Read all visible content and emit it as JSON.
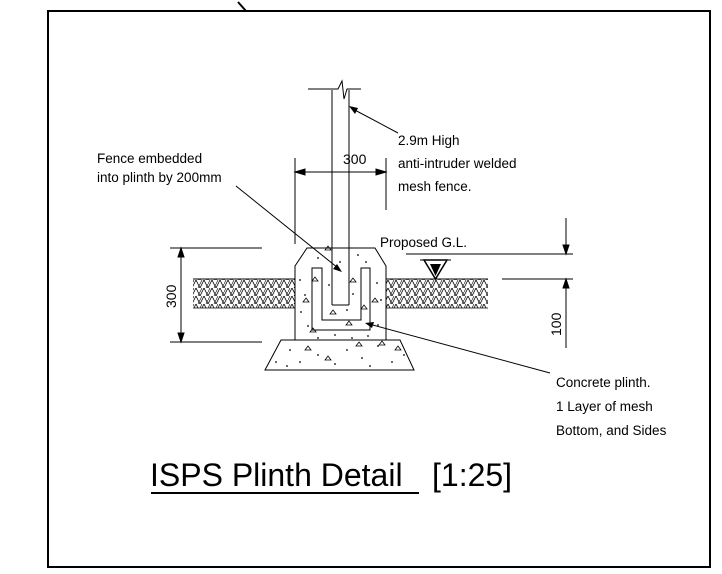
{
  "labels": {
    "fence_note": [
      "Fence embedded",
      "into plinth by 200mm"
    ],
    "fence_spec": [
      "2.9m High",
      "anti-intruder welded",
      "mesh fence."
    ],
    "width_dim": "300",
    "ground_level": "Proposed G.L.",
    "height_dim": "300",
    "embed_dim": "100",
    "plinth_note": [
      "Concrete plinth.",
      "1 Layer of mesh",
      "Bottom, and Sides"
    ]
  },
  "title": {
    "text": "ISPS Plinth Detail",
    "scale": "[1:25]"
  }
}
